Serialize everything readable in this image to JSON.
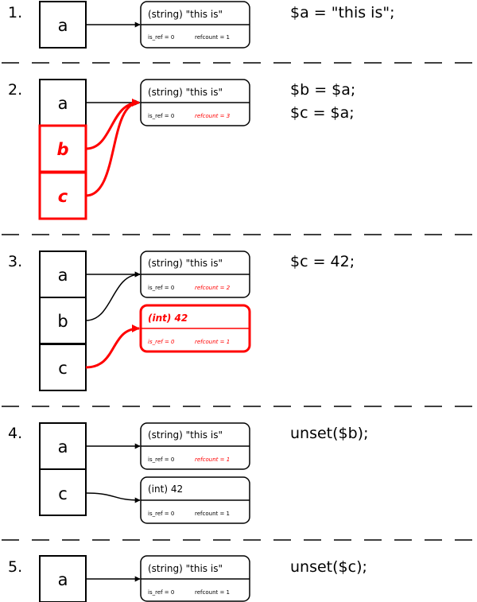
{
  "colors": {
    "highlight": "#ff0000",
    "ink": "#000000"
  },
  "steps": [
    {
      "number": "1.",
      "code": [
        "$a = \"this is\";"
      ],
      "symbols": [
        "a"
      ],
      "zvals": [
        {
          "header": "(string) \"this is\"",
          "is_ref": "is_ref = 0",
          "refcount": "refcount = 1"
        }
      ]
    },
    {
      "number": "2.",
      "code": [
        "$b = $a;",
        "$c = $a;"
      ],
      "symbols": [
        "a",
        "b",
        "c"
      ],
      "zvals": [
        {
          "header": "(string) \"this is\"",
          "is_ref": "is_ref = 0",
          "refcount": "refcount = 3"
        }
      ]
    },
    {
      "number": "3.",
      "code": [
        "$c = 42;"
      ],
      "symbols": [
        "a",
        "b",
        "c"
      ],
      "zvals": [
        {
          "header": "(string) \"this is\"",
          "is_ref": "is_ref = 0",
          "refcount": "refcount = 2"
        },
        {
          "header": "(int) 42",
          "is_ref": "is_ref = 0",
          "refcount": "refcount = 1"
        }
      ]
    },
    {
      "number": "4.",
      "code": [
        "unset($b);"
      ],
      "symbols": [
        "a",
        "c"
      ],
      "zvals": [
        {
          "header": "(string) \"this is\"",
          "is_ref": "is_ref = 0",
          "refcount": "refcount = 1"
        },
        {
          "header": "(int) 42",
          "is_ref": "is_ref = 0",
          "refcount": "refcount = 1"
        }
      ]
    },
    {
      "number": "5.",
      "code": [
        "unset($c);"
      ],
      "symbols": [
        "a"
      ],
      "zvals": [
        {
          "header": "(string) \"this is\"",
          "is_ref": "is_ref = 0",
          "refcount": "refcount = 1"
        }
      ]
    }
  ]
}
